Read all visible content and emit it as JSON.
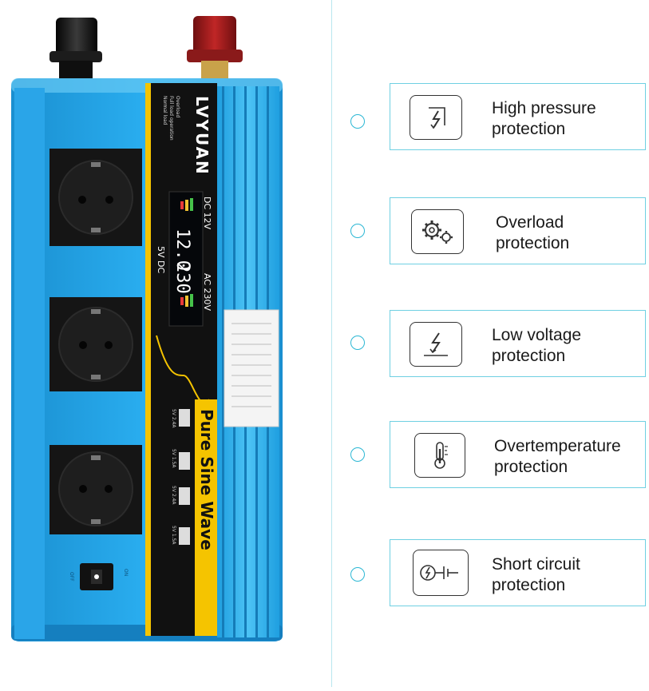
{
  "product": {
    "brand": "LVYUAN",
    "panel_title": "Pure Sine Wave",
    "panel_subtitle": "POWER INVERTER",
    "input_label": "DC 12V",
    "output_label": "AC 230V",
    "usb_label": "5V DC",
    "display_in_value": "12.0",
    "display_out_value": "230",
    "legend": [
      "Normal load",
      "Full load operation",
      "Overload"
    ],
    "usb_ports": [
      "5V 2.4A",
      "5V 1.5A",
      "5V 2.4A",
      "5V 1.5A"
    ],
    "switch_off": "OFF",
    "switch_on": "ON",
    "colors": {
      "body": "#1f9ee0",
      "panel": "#111111",
      "accent": "#f5c400",
      "terminal_negative": "#141414",
      "terminal_positive": "#9c1b1b"
    }
  },
  "features": [
    {
      "line1": "High pressure",
      "line2": "protection",
      "icon": "lightning-bolt-icon"
    },
    {
      "line1": "Overload",
      "line2": "protection",
      "icon": "gears-icon"
    },
    {
      "line1": "Low voltage",
      "line2": "protection",
      "icon": "low-voltage-bolt-icon"
    },
    {
      "line1": "Overtemperature",
      "line2": "protection",
      "icon": "thermometer-icon"
    },
    {
      "line1": "Short circuit",
      "line2": "protection",
      "icon": "short-circuit-icon"
    }
  ]
}
